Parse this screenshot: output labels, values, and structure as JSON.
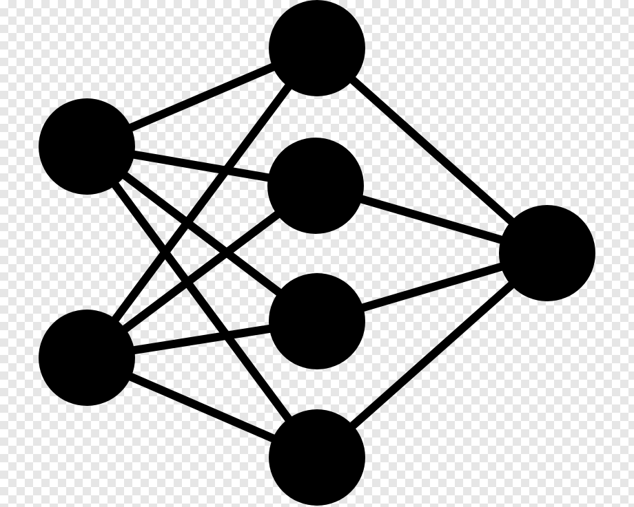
{
  "diagram": {
    "type": "neural-network-icon",
    "colors": {
      "ink": "#000000",
      "backdrop_check": "#e6e6e6",
      "backdrop_base": "#ffffff"
    },
    "layers": [
      {
        "id": "input",
        "nodes": [
          "in-1",
          "in-2"
        ]
      },
      {
        "id": "hidden",
        "nodes": [
          "h-1",
          "h-2",
          "h-3",
          "h-4"
        ]
      },
      {
        "id": "output",
        "nodes": [
          "out-1"
        ]
      }
    ],
    "connections": [
      [
        "in-1",
        "h-1"
      ],
      [
        "in-1",
        "h-2"
      ],
      [
        "in-1",
        "h-3"
      ],
      [
        "in-1",
        "h-4"
      ],
      [
        "in-2",
        "h-1"
      ],
      [
        "in-2",
        "h-2"
      ],
      [
        "in-2",
        "h-3"
      ],
      [
        "in-2",
        "h-4"
      ],
      [
        "h-1",
        "out-1"
      ],
      [
        "h-2",
        "out-1"
      ],
      [
        "h-3",
        "out-1"
      ],
      [
        "h-4",
        "out-1"
      ]
    ]
  }
}
